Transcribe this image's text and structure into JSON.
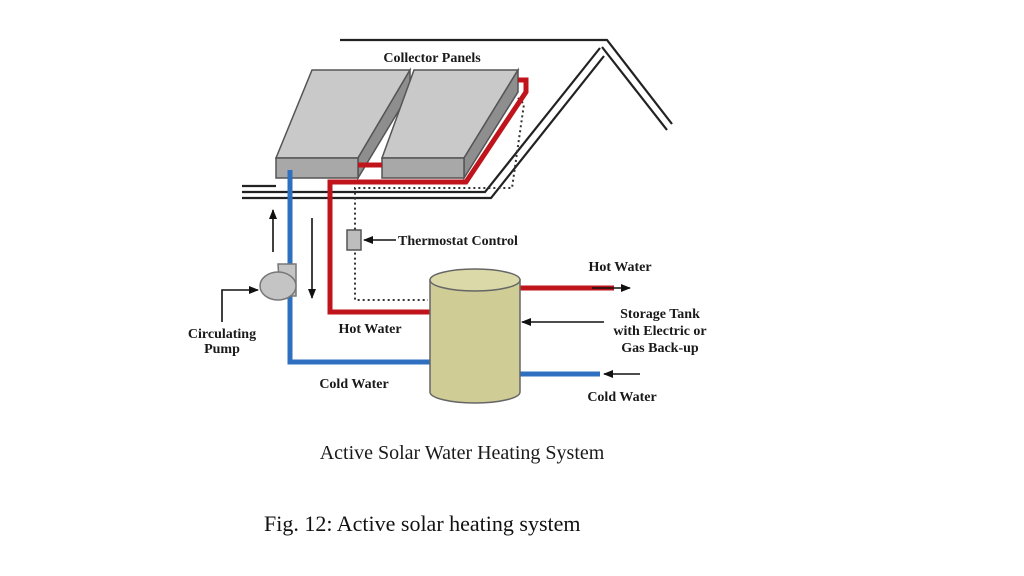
{
  "diagram": {
    "title": "Active Solar Water Heating System",
    "labels": {
      "collector_panels": "Collector Panels",
      "thermostat_control": "Thermostat Control",
      "hot_water_out": "Hot Water",
      "storage_tank_line1": "Storage Tank",
      "storage_tank_line2": "with Electric or",
      "storage_tank_line3": "Gas Back-up",
      "circulating_line1": "Circulating",
      "circulating_line2": "Pump",
      "hot_water_pipe": "Hot Water",
      "cold_water_pipe": "Cold Water",
      "cold_water_in": "Cold Water"
    },
    "colors": {
      "hot_pipe": "#c0141c",
      "cold_pipe": "#2f6fc0",
      "panel_top": "#c9c9c9",
      "panel_side": "#8e8e8e",
      "tank": "#cfcc96",
      "pump": "#c4c4c4"
    }
  },
  "figure_caption": "Fig. 12: Active solar heating system"
}
